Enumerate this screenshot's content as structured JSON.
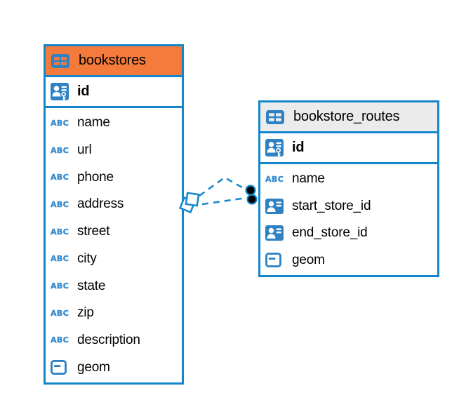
{
  "colors": {
    "table_border": "#1487cb",
    "line_blue": "#1789cb",
    "header_orange": "#f57b3d",
    "header_gray": "#ebebeb",
    "icon_blue": "#2e82c4",
    "icon_blue_light": "#4090cf",
    "text": "#000000"
  },
  "icons": {
    "varchar_label": "ABC",
    "table_icon": "table-grid-icon",
    "primary_key_icon": "person-key-icon",
    "reference_icon": "person-icon",
    "geometry_icon": "geometry-icon"
  },
  "tables": [
    {
      "name": "bookstores",
      "header_style": "orange",
      "primary_key": {
        "name": "id"
      },
      "columns": [
        {
          "name": "name",
          "type_icon": "varchar"
        },
        {
          "name": "url",
          "type_icon": "varchar"
        },
        {
          "name": "phone",
          "type_icon": "varchar"
        },
        {
          "name": "address",
          "type_icon": "varchar"
        },
        {
          "name": "street",
          "type_icon": "varchar"
        },
        {
          "name": "city",
          "type_icon": "varchar"
        },
        {
          "name": "state",
          "type_icon": "varchar"
        },
        {
          "name": "zip",
          "type_icon": "varchar"
        },
        {
          "name": "description",
          "type_icon": "varchar"
        },
        {
          "name": "geom",
          "type_icon": "geometry"
        }
      ]
    },
    {
      "name": "bookstore_routes",
      "header_style": "gray",
      "primary_key": {
        "name": "id"
      },
      "columns": [
        {
          "name": "name",
          "type_icon": "varchar"
        },
        {
          "name": "start_store_id",
          "type_icon": "reference"
        },
        {
          "name": "end_store_id",
          "type_icon": "reference"
        },
        {
          "name": "geom",
          "type_icon": "geometry"
        }
      ]
    }
  ],
  "relationships": {
    "style": "dashed",
    "count": 2,
    "between": [
      "bookstores",
      "bookstore_routes"
    ]
  }
}
